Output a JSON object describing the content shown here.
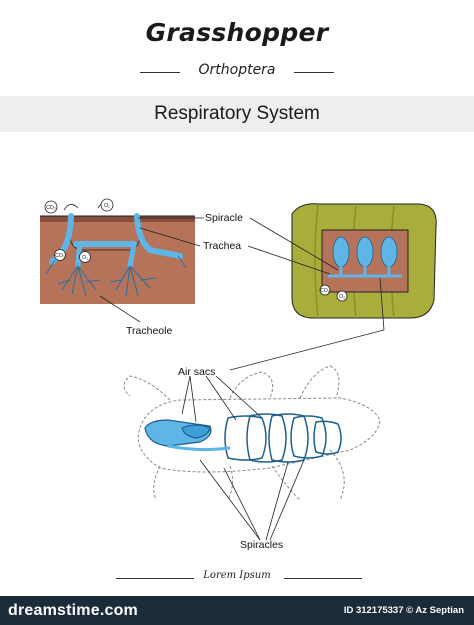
{
  "header": {
    "title": "Grasshopper",
    "subtitle": "Orthoptera"
  },
  "section": {
    "title": "Respiratory System"
  },
  "labels": {
    "spiracle": "Spiracle",
    "trachea": "Trachea",
    "tracheole": "Tracheole",
    "air_sacs": "Air sacs",
    "spiracles": "Spiracles"
  },
  "gas_symbols": {
    "co2": "CO₂",
    "o2": "O₂"
  },
  "footer": {
    "text": "Lorem Ipsum"
  },
  "watermark_bar": {
    "brand": "dreamstime.com",
    "stock_id": "ID 312175337 © Az Septian"
  },
  "colors": {
    "tissue": "#b5735a",
    "tissue_dark": "#8a4f3d",
    "trachea_blue": "#5fb6e6",
    "body_olive": "#a9ad3c",
    "body_olive_dark": "#8d8f2c",
    "bottom_bar": "#1c2b3a"
  }
}
